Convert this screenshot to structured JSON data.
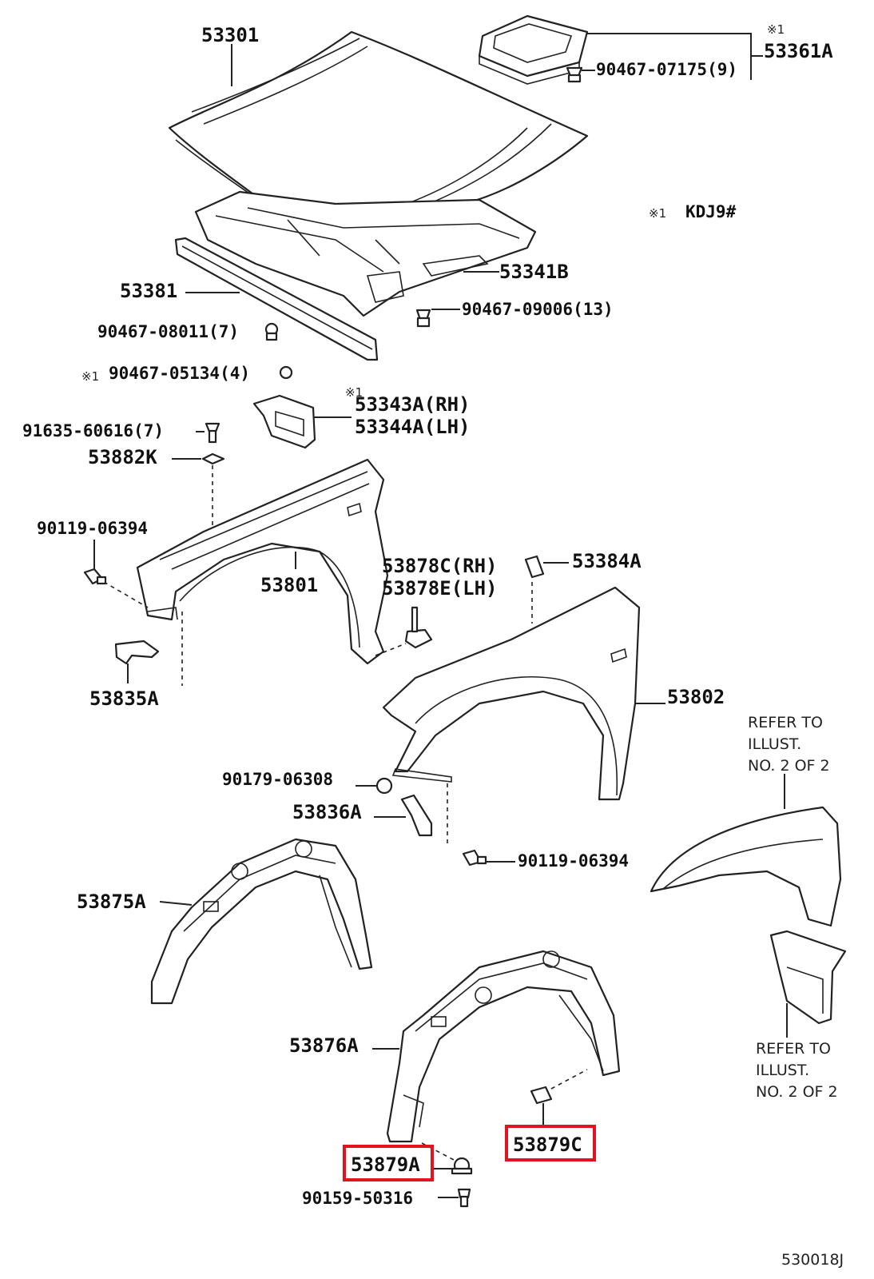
{
  "diagram_id": "530018J",
  "note": {
    "mark": "※1",
    "text": "KDJ9#"
  },
  "refer_text": {
    "line1": "REFER TO",
    "line2": "ILLUST.",
    "line3": "NO. 2 OF 2"
  },
  "labels": {
    "hood": "53301",
    "hood_seal": "53361A",
    "clip_90467_07175": "90467-07175(9)",
    "seal_53381": "53381",
    "cushion_53341B": "53341B",
    "clip_90467_09006": "90467-09006(13)",
    "clip_90467_08011": "90467-08011(7)",
    "clip_90467_05134": "90467-05134(4)",
    "bracket_rh": "53343A(RH)",
    "bracket_lh": "53344A(LH)",
    "screw_91635": "91635-60616(7)",
    "seal_53882K": "53882K",
    "screw_90119_a": "90119-06394",
    "fender_53801": "53801",
    "seal_rh": "53878C(RH)",
    "seal_lh": "53878E(LH)",
    "clip_53384A": "53384A",
    "brace_53835A": "53835A",
    "fender_53802": "53802",
    "bolt_90179": "90179-06308",
    "brace_53836A": "53836A",
    "screw_90119_b": "90119-06394",
    "liner_53875A": "53875A",
    "liner_53876A": "53876A",
    "clip_53879A": "53879A",
    "clip_53879C": "53879C",
    "screw_90159": "90159-50316"
  },
  "highlight_color": "#e0141e"
}
